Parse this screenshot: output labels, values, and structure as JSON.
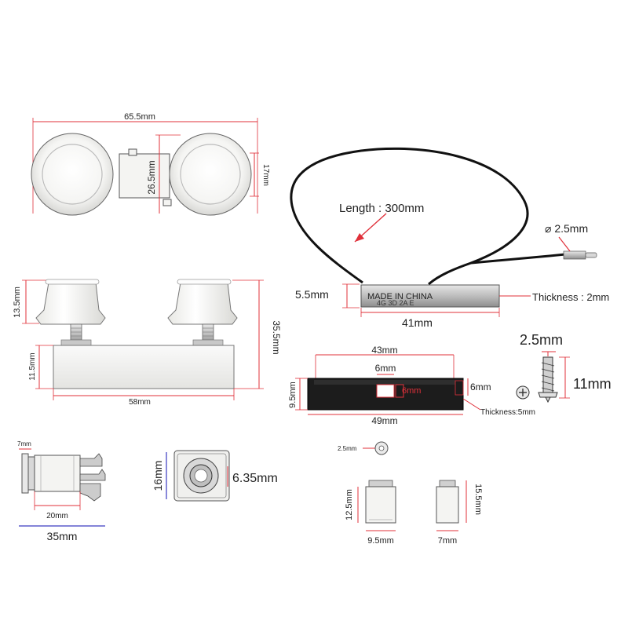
{
  "knobs_top": {
    "width": "65.5mm",
    "height": "26.5mm",
    "knob_diameter": "17mm"
  },
  "knobs_side": {
    "knob_height": "13.5mm",
    "total_height": "35.5mm",
    "body_height": "11.5mm",
    "body_width": "58mm"
  },
  "pickup": {
    "length": "Length : 300mm",
    "cable": "⌀ 2.5mm",
    "height": "5.5mm",
    "width": "41mm",
    "thickness": "Thickness : 2mm",
    "print_line1": "MADE  IN  CHINA",
    "print_line2": "4G      3D      2A      E"
  },
  "holder": {
    "width_inner": "43mm",
    "slot_width": "6mm",
    "slot_depth": "6mm",
    "height": "9.5mm",
    "right_height": "6mm",
    "thickness": "Thickness:5mm",
    "width_outer": "49mm"
  },
  "screw": {
    "diameter": "2.5mm",
    "length": "11mm"
  },
  "jack_side": {
    "flange": "7mm",
    "body": "20mm",
    "total": "35mm"
  },
  "jack_front": {
    "height": "16mm",
    "hole": "6.35mm"
  },
  "small_parts": {
    "small_hole": "2.5mm",
    "left_height": "12.5mm",
    "left_width": "9.5mm",
    "right_height": "15.5mm",
    "right_width": "7mm"
  },
  "colors": {
    "dimension": "#e0303a",
    "outline": "#555555",
    "body": "#f4f4f2",
    "holder": "#1c1c1c"
  }
}
